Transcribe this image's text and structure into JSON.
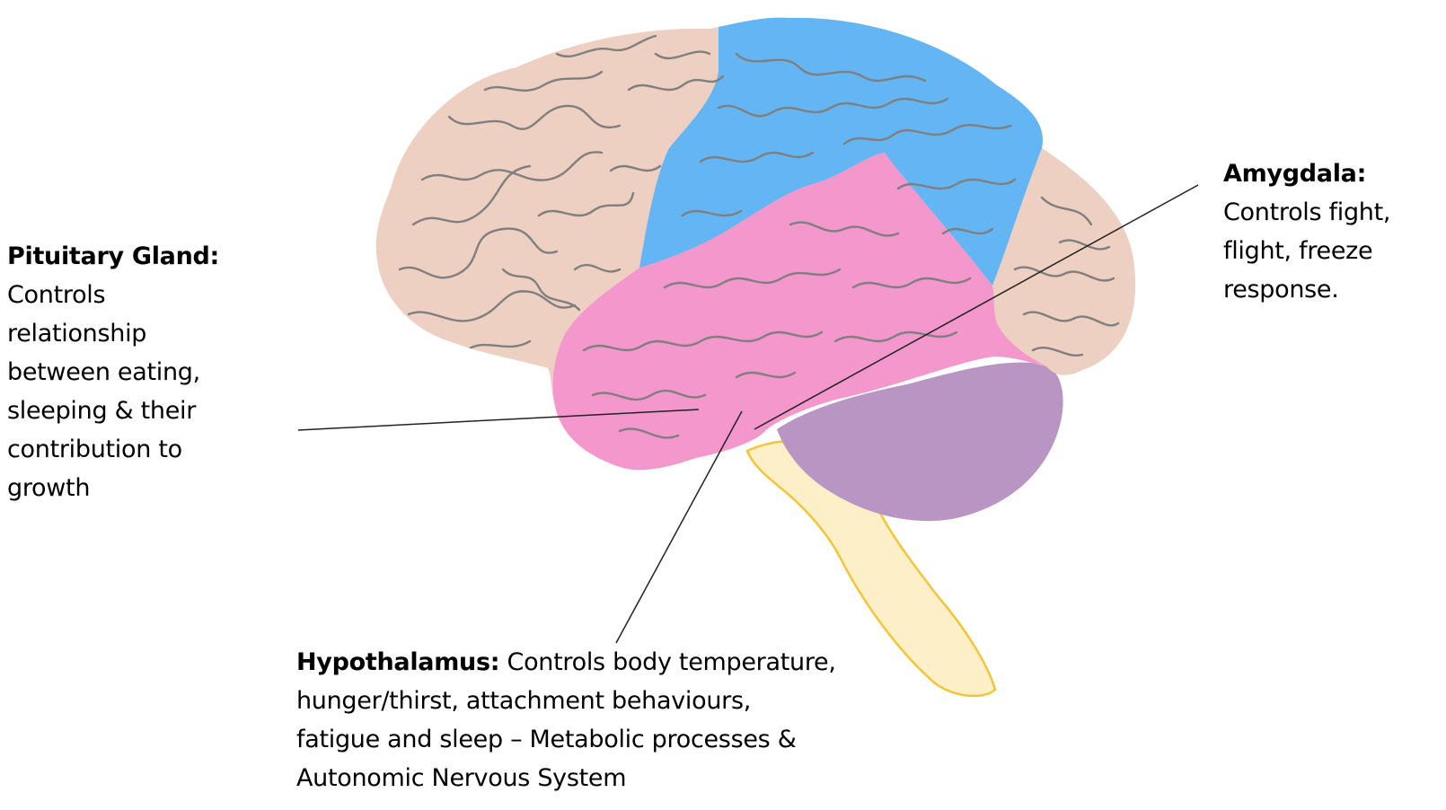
{
  "labels": {
    "pituitary": {
      "title": "Pituitary Gland:",
      "lines": [
        "Controls",
        "relationship",
        "between eating,",
        "sleeping & their",
        "contribution to",
        "growth"
      ]
    },
    "amygdala": {
      "title": "Amygdala:",
      "lines": [
        "Controls fight,",
        "flight, freeze",
        "response."
      ]
    },
    "hypothalamus": {
      "title": "Hypothalamus:",
      "first_line": " Controls body temperature,",
      "lines": [
        "hunger/thirst, attachment behaviours,",
        "fatigue and sleep – Metabolic processes &",
        "Autonomic Nervous System"
      ]
    }
  },
  "colors": {
    "frontal_lobe": "#eed0c2",
    "parietal_lobe": "#63b6f3",
    "temporal_lobe": "#f497cc",
    "occipital_lobe": "#9fd394",
    "cerebellum": "#b895c3",
    "brainstem": "#fdf0c8",
    "brainstem_outline": "#f2c53a",
    "gyri": "#7f7f7f",
    "pointer_line": "#222222"
  }
}
